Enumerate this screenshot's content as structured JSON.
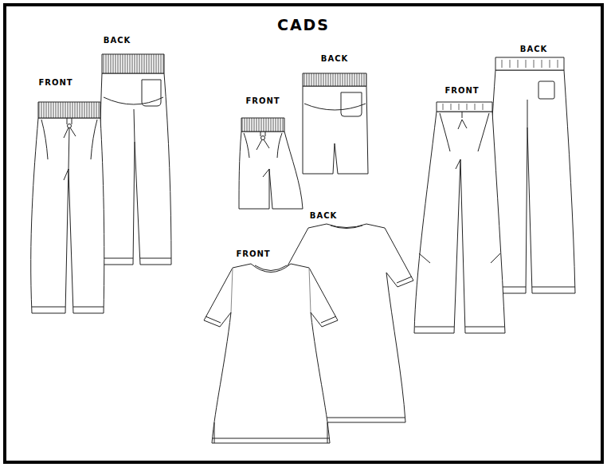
{
  "diagram": {
    "title": "CADS",
    "labels": [
      "BACK",
      "BACK",
      "BACK",
      "FRONT",
      "FRONT",
      "FRONT",
      "BACK",
      "FRONT"
    ]
  }
}
